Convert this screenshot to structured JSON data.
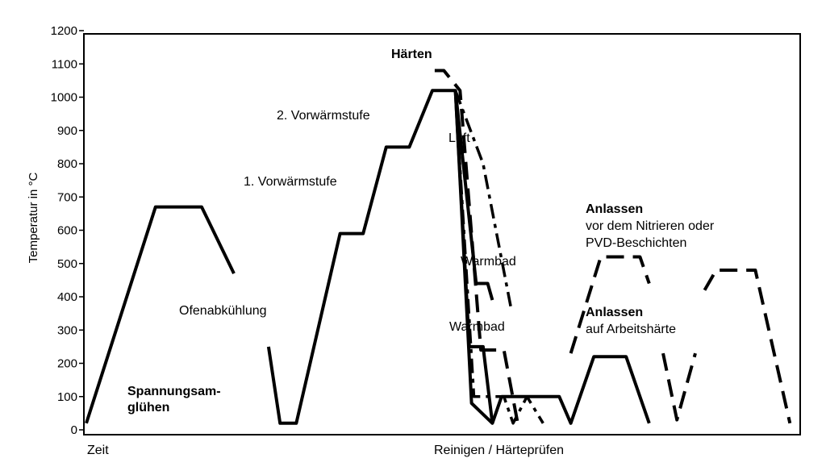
{
  "chart_data": {
    "type": "line",
    "ylabel": "Temperatur in °C",
    "ylim": [
      0,
      1200
    ],
    "y_ticks": [
      "0",
      "100",
      "200",
      "300",
      "400",
      "500",
      "600",
      "700",
      "800",
      "900",
      "1000",
      "1100",
      "1200"
    ],
    "x_labels": [
      "Zeit",
      "Reinigen / Härteprüfen"
    ],
    "grid": false,
    "legend": "none",
    "annotations": {
      "spannungsgluehen": "Spannungsam-\nglühen",
      "ofenabkuehlung": "Ofenabkühlung",
      "vorwaerm1": "1. Vorwärmstufe",
      "vorwaerm2": "2. Vorwärmstufe",
      "haerten": "Härten",
      "luft": "Luft",
      "warmbad1": "Warmbad",
      "warmbad2": "Warmbad",
      "anlassen_nitrieren_title": "Anlassen",
      "anlassen_nitrieren_sub": "vor dem Nitrieren oder\nPVD-Beschichten",
      "anlassen_arbeit_title": "Anlassen",
      "anlassen_arbeit_sub": "auf Arbeitshärte"
    },
    "series": [
      {
        "style": "solid",
        "segments": [
          [
            [
              0,
              20
            ],
            [
              3,
              670
            ],
            [
              5,
              670
            ],
            [
              6.4,
              470
            ]
          ],
          [
            [
              7.9,
              250
            ],
            [
              8.4,
              20
            ],
            [
              9.1,
              20
            ],
            [
              11,
              590
            ],
            [
              12,
              590
            ],
            [
              13,
              850
            ],
            [
              14,
              850
            ],
            [
              15,
              1020
            ],
            [
              16,
              1020
            ],
            [
              16.7,
              80
            ],
            [
              17.6,
              20
            ],
            [
              18,
              100
            ],
            [
              20.5,
              100
            ],
            [
              21,
              20
            ],
            [
              22,
              220
            ],
            [
              23.4,
              220
            ],
            [
              24.4,
              20
            ]
          ]
        ]
      },
      {
        "style": "solid",
        "segments": [
          [
            [
              16,
              1020
            ],
            [
              16.6,
              250
            ],
            [
              17.2,
              250
            ],
            [
              17.6,
              20
            ]
          ]
        ]
      },
      {
        "style": "solid",
        "segments": [
          [
            [
              16,
              1020
            ],
            [
              16.9,
              440
            ],
            [
              17.4,
              440
            ],
            [
              17.6,
              390
            ]
          ]
        ]
      },
      {
        "style": "dash-dot",
        "segments": [
          [
            [
              16,
              1020
            ],
            [
              16.8,
              100
            ],
            [
              18.1,
              100
            ],
            [
              18.5,
              20
            ],
            [
              19.1,
              100
            ],
            [
              19.8,
              20
            ]
          ]
        ]
      },
      {
        "style": "dash-dot",
        "segments": [
          [
            [
              16,
              1020
            ],
            [
              17.2,
              800
            ],
            [
              18.4,
              370
            ]
          ]
        ]
      },
      {
        "style": "dash",
        "segments": [
          [
            [
              15.1,
              1080
            ],
            [
              15.5,
              1080
            ],
            [
              16.2,
              1020
            ],
            [
              17.1,
              240
            ],
            [
              18.1,
              240
            ],
            [
              18.7,
              20
            ]
          ],
          [
            [
              21,
              230
            ],
            [
              22.3,
              520
            ],
            [
              24,
              520
            ],
            [
              24.4,
              440
            ]
          ],
          [
            [
              25,
              230
            ],
            [
              25.6,
              30
            ],
            [
              26.4,
              230
            ]
          ],
          [
            [
              26.8,
              420
            ],
            [
              27.3,
              480
            ],
            [
              29,
              480
            ],
            [
              30.5,
              20
            ]
          ]
        ]
      }
    ]
  }
}
